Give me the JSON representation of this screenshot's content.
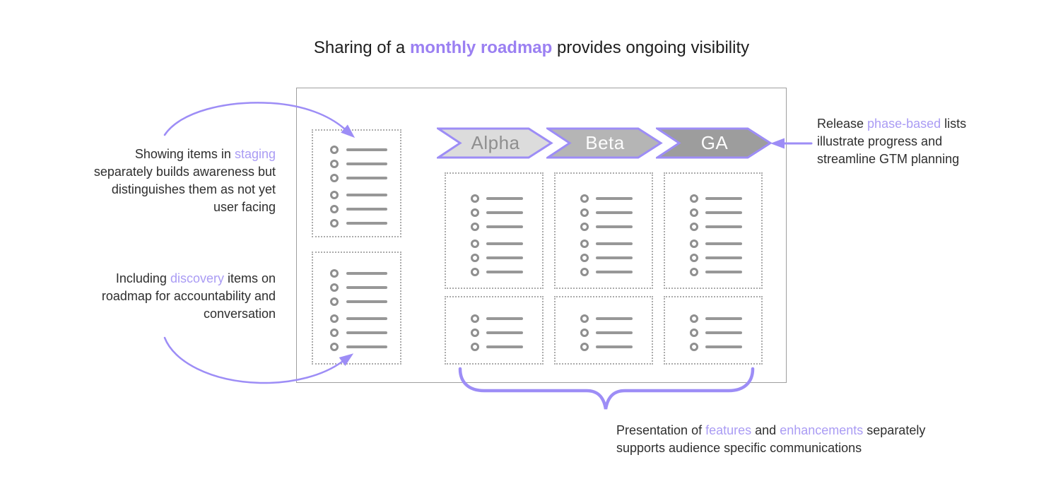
{
  "title": {
    "lines": [
      [
        {
          "t": "Sharing of a "
        },
        {
          "t": "monthly roadmap",
          "c": "hlb"
        },
        {
          "t": " provides ongoing visibility"
        }
      ]
    ]
  },
  "annotations": {
    "staging": {
      "lines": [
        [
          {
            "t": "Showing items in "
          },
          {
            "t": "staging",
            "c": "hl"
          }
        ],
        [
          {
            "t": "separately builds awareness but"
          }
        ],
        [
          {
            "t": "distinguishes them as not yet"
          }
        ],
        [
          {
            "t": "user facing"
          }
        ]
      ]
    },
    "discovery": {
      "lines": [
        [
          {
            "t": "Including "
          },
          {
            "t": "discovery",
            "c": "hl"
          },
          {
            "t": " items on"
          }
        ],
        [
          {
            "t": "roadmap for accountability and"
          }
        ],
        [
          {
            "t": "conversation"
          }
        ]
      ]
    },
    "release": {
      "lines": [
        [
          {
            "t": "Release "
          },
          {
            "t": "phase-based",
            "c": "hl"
          },
          {
            "t": " lists"
          }
        ],
        [
          {
            "t": "illustrate progress and"
          }
        ],
        [
          {
            "t": "streamline GTM planning"
          }
        ]
      ]
    },
    "presentation": {
      "lines": [
        [
          {
            "t": "Presentation of "
          },
          {
            "t": "features",
            "c": "hl"
          },
          {
            "t": " and "
          },
          {
            "t": "enhancements",
            "c": "hl"
          },
          {
            "t": " separately"
          }
        ],
        [
          {
            "t": "supports audience specific communications"
          }
        ]
      ]
    }
  },
  "phases": [
    {
      "label": "Alpha",
      "fill": "#dcdcdc",
      "text_color": "#8f8f8f"
    },
    {
      "label": "Beta",
      "fill": "#b5b5b5",
      "text_color": "#fcfcfc"
    },
    {
      "label": "GA",
      "fill": "#9d9d9d",
      "text_color": "#fcfcfc"
    }
  ],
  "lists": {
    "staging": {
      "count": 6
    },
    "discovery": {
      "count": 6
    },
    "grid_top_counts": {
      "c1": 6,
      "c2": 6,
      "c3": 6
    },
    "grid_bottom_counts": {
      "c1": 3,
      "c2": 3,
      "c3": 3
    }
  },
  "colors": {
    "accent_purple": "#9d8df6",
    "highlight_text": "#aa9cf4",
    "title_accent": "#9b80f2",
    "dark_text": "#2b2b2b",
    "board_border": "#9f9f9f",
    "dotted_border": "#ababab",
    "list_glyph_gray": "#8f8f8f"
  }
}
